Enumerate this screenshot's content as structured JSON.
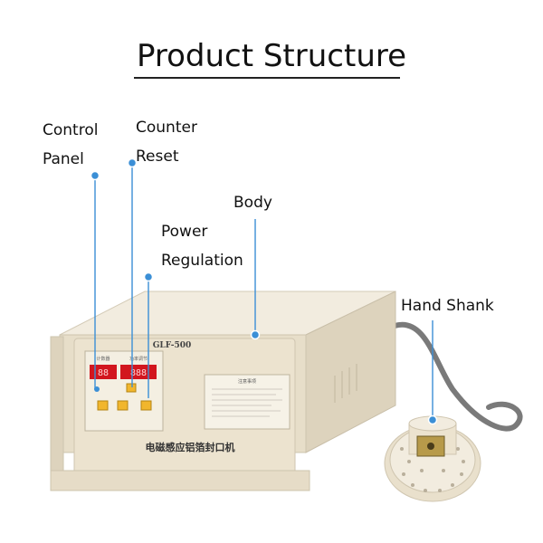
{
  "title": "Product Structure",
  "callouts": {
    "control_panel": [
      "Control",
      "Panel"
    ],
    "counter_reset": [
      "Counter",
      "Reset"
    ],
    "body": "Body",
    "power_regulation": [
      "Power",
      "Regulation"
    ],
    "hand_shank": "Hand Shank"
  },
  "device": {
    "model": "GLF-500",
    "display_left": "88",
    "display_right": "888",
    "display_left_label": "计数器",
    "display_right_label": "功率调节",
    "front_text": "电磁感应铝箔封口机",
    "notice_title": "注意事项"
  },
  "colors": {
    "body": "#ece3cf",
    "display": "#d2161e",
    "button": "#f1b62d",
    "callout": "#3b8fd6"
  }
}
